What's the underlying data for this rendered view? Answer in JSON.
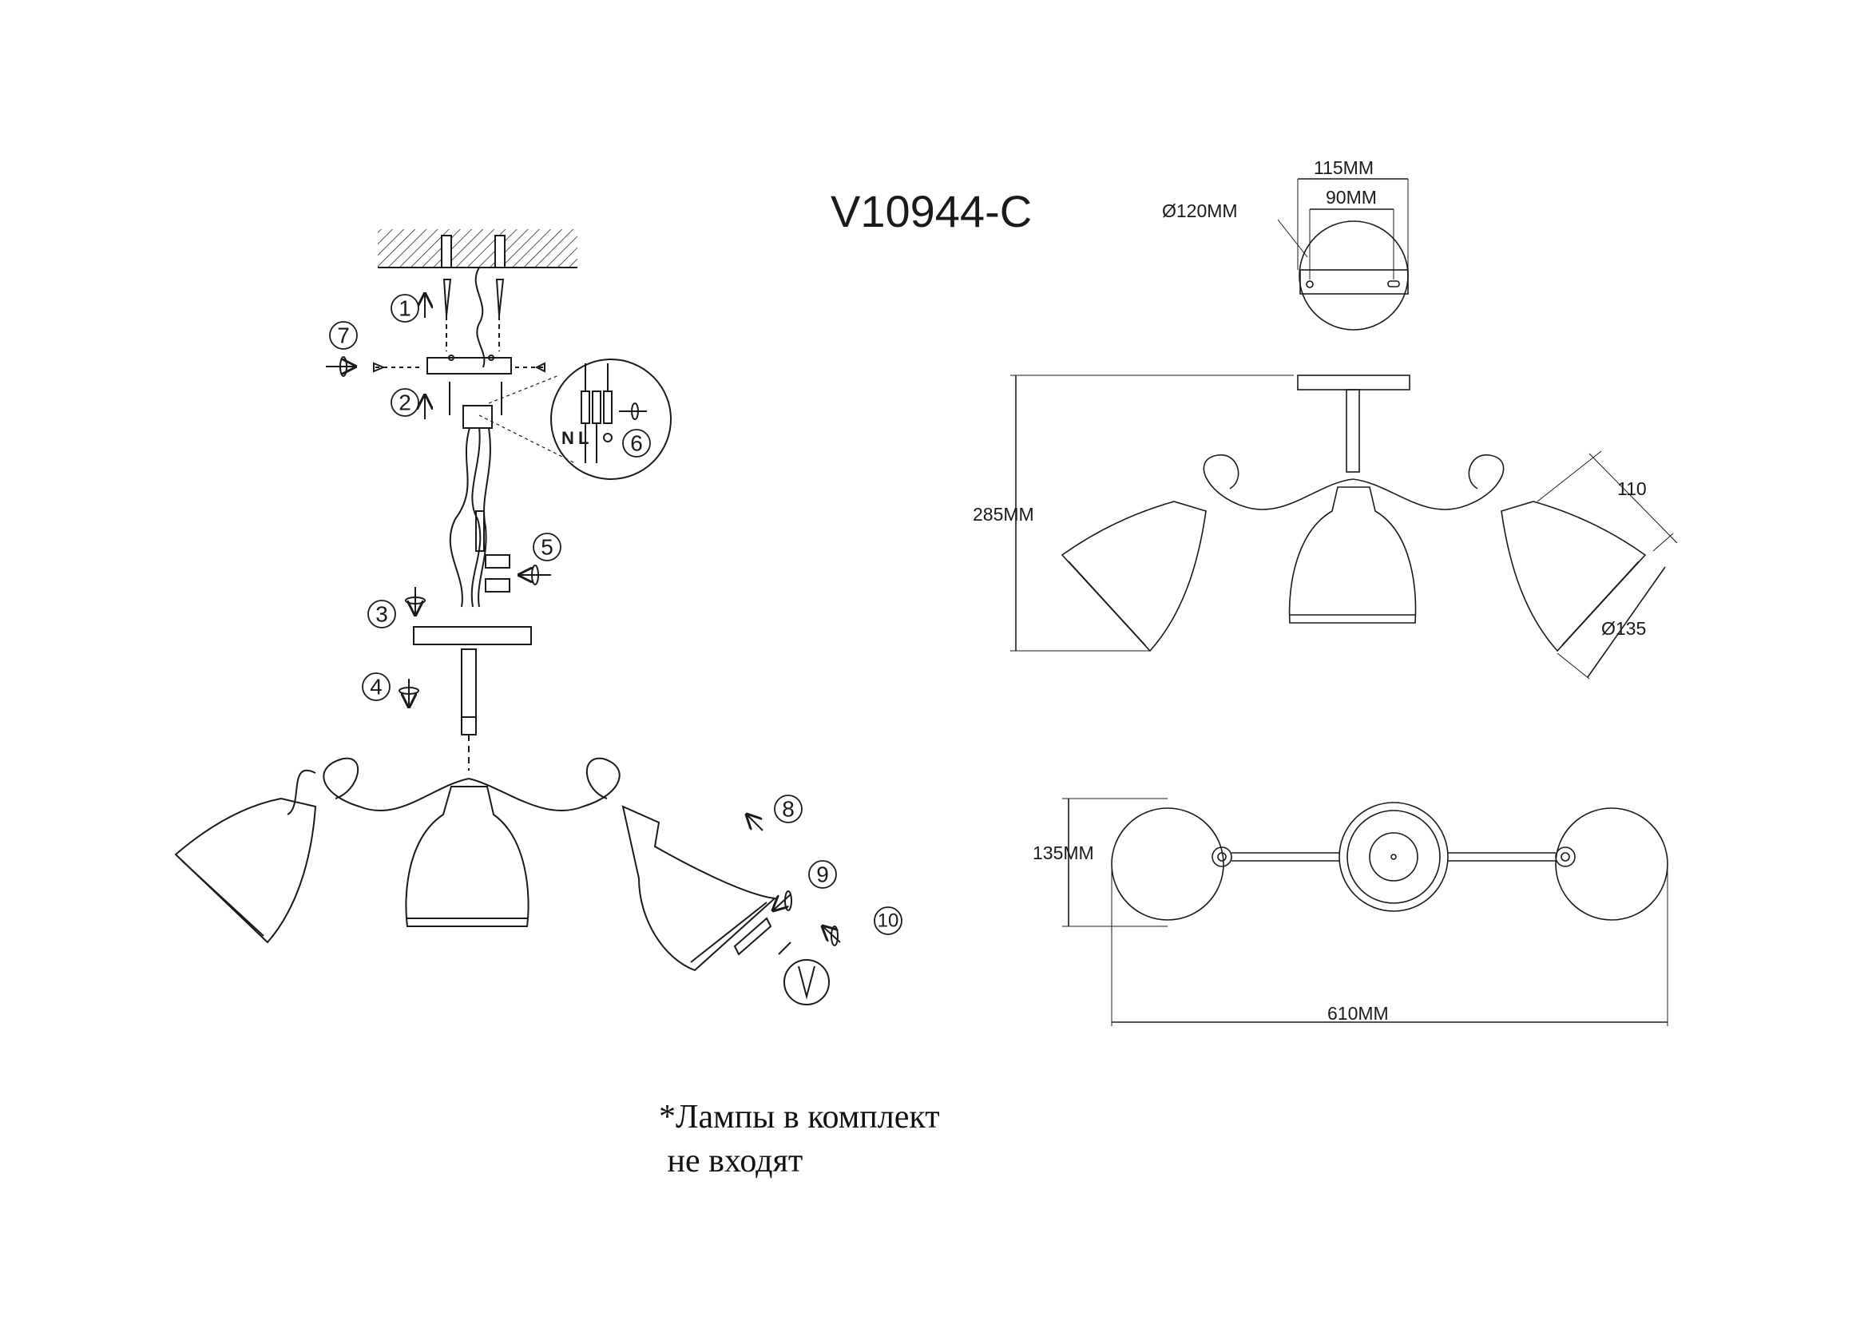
{
  "title": "V10944-C",
  "dimensions": {
    "plate_width": "115MM",
    "hole_spacing": "90MM",
    "plate_diameter": "Ø120MM",
    "height": "285MM",
    "shade_depth": "110",
    "shade_diameter": "Ø135",
    "width_depth": "135MM",
    "overall_length": "610MM"
  },
  "wiring": {
    "neutral": "N",
    "live": "L"
  },
  "steps": [
    "1",
    "2",
    "3",
    "4",
    "5",
    "6",
    "7",
    "8",
    "9",
    "10"
  ],
  "note": {
    "mark": "*",
    "line1": "Лампы в комплект",
    "line2": "не входят"
  },
  "colors": {
    "line": "#1a1a1a",
    "hatch": "#555555"
  }
}
